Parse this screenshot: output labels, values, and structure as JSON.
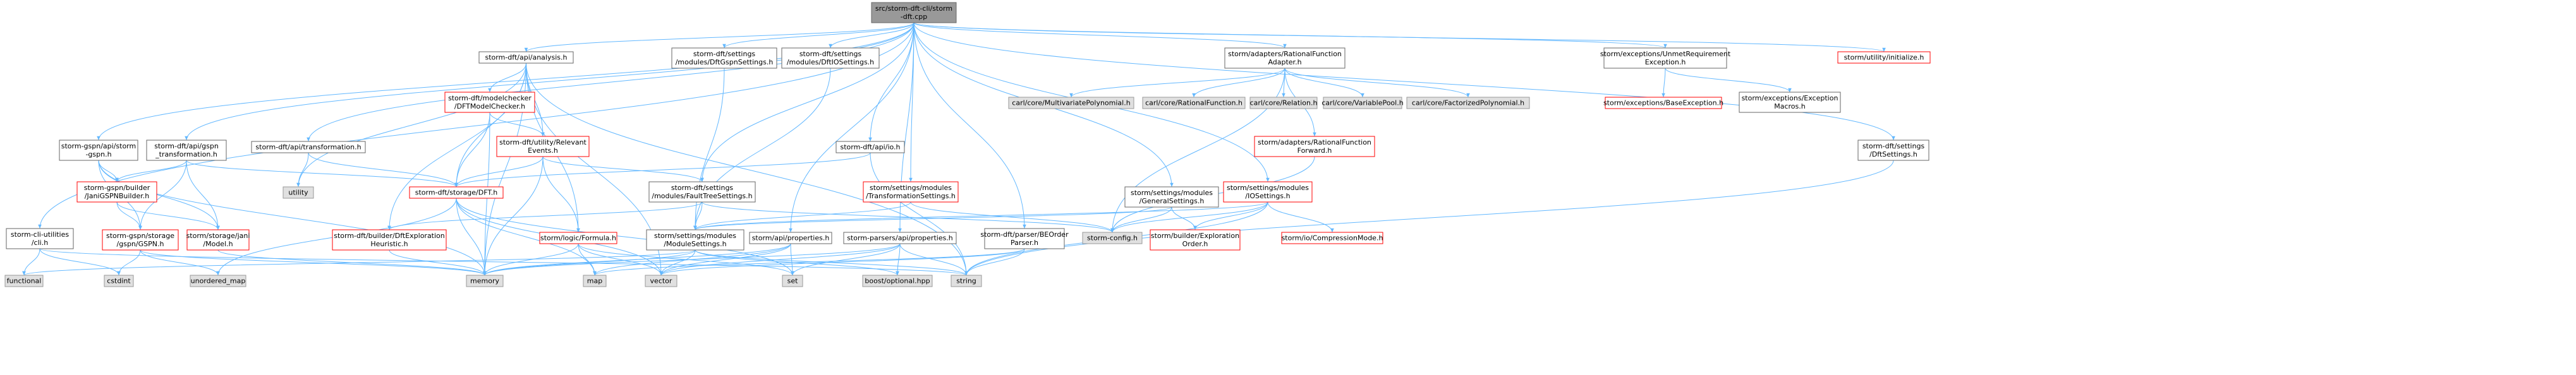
{
  "colors": {
    "root_fill": "#999999",
    "default_fill": "#ffffff",
    "default_border": "#666666",
    "red_border": "#ff0000",
    "red_text": "#ff0000",
    "system_fill": "#e0e0e0",
    "system_border": "#999999",
    "edge": "#63b8ff",
    "text": "#000000"
  },
  "nodes": [
    {
      "id": "root",
      "lines": [
        "src/storm-dft-cli/storm",
        "-dft.cpp"
      ],
      "style": "root"
    },
    {
      "id": "api_analysis",
      "lines": [
        "storm-dft/api/analysis.h"
      ],
      "style": "default"
    },
    {
      "id": "dftgspn_settings",
      "lines": [
        "storm-dft/settings",
        "/modules/DftGspnSettings.h"
      ],
      "style": "default"
    },
    {
      "id": "dftio_settings",
      "lines": [
        "storm-dft/settings",
        "/modules/DftIOSettings.h"
      ],
      "style": "default"
    },
    {
      "id": "rf_adapter",
      "lines": [
        "storm/adapters/RationalFunction",
        "Adapter.h"
      ],
      "style": "default"
    },
    {
      "id": "unmet_exc",
      "lines": [
        "storm/exceptions/UnmetRequirement",
        "Exception.h"
      ],
      "style": "default"
    },
    {
      "id": "util_init",
      "lines": [
        "storm/utility/initialize.h"
      ],
      "style": "red"
    },
    {
      "id": "model_checker",
      "lines": [
        "storm-dft/modelchecker",
        "/DFTModelChecker.h"
      ],
      "style": "red"
    },
    {
      "id": "relevant_events",
      "lines": [
        "storm-dft/utility/Relevant",
        "Events.h"
      ],
      "style": "red"
    },
    {
      "id": "c_multivar",
      "lines": [
        "carl/core/MultivariatePolynomial.h"
      ],
      "style": "system"
    },
    {
      "id": "c_ratfunc",
      "lines": [
        "carl/core/RationalFunction.h"
      ],
      "style": "system"
    },
    {
      "id": "c_relation",
      "lines": [
        "carl/core/Relation.h"
      ],
      "style": "system"
    },
    {
      "id": "c_varpool",
      "lines": [
        "carl/core/VariablePool.h"
      ],
      "style": "system"
    },
    {
      "id": "c_factpoly",
      "lines": [
        "carl/core/FactorizedPolynomial.h"
      ],
      "style": "system"
    },
    {
      "id": "base_exc",
      "lines": [
        "storm/exceptions/BaseException.h"
      ],
      "style": "red"
    },
    {
      "id": "exc_macros",
      "lines": [
        "storm/exceptions/Exception",
        "Macros.h"
      ],
      "style": "default"
    },
    {
      "id": "gspn_api",
      "lines": [
        "storm-gspn/api/storm",
        "-gspn.h"
      ],
      "style": "default"
    },
    {
      "id": "dft_gspn_trans",
      "lines": [
        "storm-dft/api/gspn",
        "_transformation.h"
      ],
      "style": "default"
    },
    {
      "id": "api_trans",
      "lines": [
        "storm-dft/api/transformation.h"
      ],
      "style": "default"
    },
    {
      "id": "api_io",
      "lines": [
        "storm-dft/api/io.h"
      ],
      "style": "default"
    },
    {
      "id": "rf_forward",
      "lines": [
        "storm/adapters/RationalFunction",
        "Forward.h"
      ],
      "style": "red"
    },
    {
      "id": "dft_settings",
      "lines": [
        "storm-dft/settings",
        "/DftSettings.h"
      ],
      "style": "default"
    },
    {
      "id": "utility",
      "lines": [
        "utility"
      ],
      "style": "system"
    },
    {
      "id": "storage_dft",
      "lines": [
        "storm-dft/storage/DFT.h"
      ],
      "style": "red"
    },
    {
      "id": "fault_tree_settings",
      "lines": [
        "storm-dft/settings",
        "/modules/FaultTreeSettings.h"
      ],
      "style": "default"
    },
    {
      "id": "transformation_settings",
      "lines": [
        "storm/settings/modules",
        "/TransformationSettings.h"
      ],
      "style": "red"
    },
    {
      "id": "general_settings",
      "lines": [
        "storm/settings/modules",
        "/GeneralSettings.h"
      ],
      "style": "default"
    },
    {
      "id": "io_settings",
      "lines": [
        "storm/settings/modules",
        "/IOSettings.h"
      ],
      "style": "red"
    },
    {
      "id": "jani_builder",
      "lines": [
        "storm-gspn/builder",
        "/JaniGSPNBuilder.h"
      ],
      "style": "red"
    },
    {
      "id": "exploration_heur",
      "lines": [
        "storm-dft/builder/DftExploration",
        "Heuristic.h"
      ],
      "style": "red"
    },
    {
      "id": "storm_config",
      "lines": [
        "storm-config.h"
      ],
      "style": "system"
    },
    {
      "id": "builder_expl_order",
      "lines": [
        "storm/builder/Exploration",
        "Order.h"
      ],
      "style": "red"
    },
    {
      "id": "compression_mode",
      "lines": [
        "storm/io/CompressionMode.h"
      ],
      "style": "red"
    },
    {
      "id": "cli_util",
      "lines": [
        "storm-cli-utilities",
        "/cli.h"
      ],
      "style": "default"
    },
    {
      "id": "gspn_storage",
      "lines": [
        "storm-gspn/storage",
        "/gspn/GSPN.h"
      ],
      "style": "red"
    },
    {
      "id": "jani_model",
      "lines": [
        "storm/storage/jani",
        "/Model.h"
      ],
      "style": "red"
    },
    {
      "id": "logic_formula",
      "lines": [
        "storm/logic/Formula.h"
      ],
      "style": "red"
    },
    {
      "id": "module_settings",
      "lines": [
        "storm/settings/modules",
        "/ModuleSettings.h"
      ],
      "style": "default"
    },
    {
      "id": "api_properties",
      "lines": [
        "storm/api/properties.h"
      ],
      "style": "default"
    },
    {
      "id": "parsers_props",
      "lines": [
        "storm-parsers/api/properties.h"
      ],
      "style": "default"
    },
    {
      "id": "bedorder_parser",
      "lines": [
        "storm-dft/parser/BEOrder",
        "Parser.h"
      ],
      "style": "default"
    },
    {
      "id": "functional",
      "lines": [
        "functional"
      ],
      "style": "system"
    },
    {
      "id": "cstdint",
      "lines": [
        "cstdint"
      ],
      "style": "system"
    },
    {
      "id": "unordered_map",
      "lines": [
        "unordered_map"
      ],
      "style": "system"
    },
    {
      "id": "memory",
      "lines": [
        "memory"
      ],
      "style": "system"
    },
    {
      "id": "map",
      "lines": [
        "map"
      ],
      "style": "system"
    },
    {
      "id": "vector",
      "lines": [
        "vector"
      ],
      "style": "system"
    },
    {
      "id": "set",
      "lines": [
        "set"
      ],
      "style": "system"
    },
    {
      "id": "boost_optional",
      "lines": [
        "boost/optional.hpp"
      ],
      "style": "system"
    },
    {
      "id": "string",
      "lines": [
        "string"
      ],
      "style": "system"
    }
  ],
  "edges": [
    [
      "root",
      "api_analysis"
    ],
    [
      "root",
      "dftgspn_settings"
    ],
    [
      "root",
      "dftio_settings"
    ],
    [
      "root",
      "rf_adapter"
    ],
    [
      "root",
      "unmet_exc"
    ],
    [
      "root",
      "util_init"
    ],
    [
      "root",
      "gspn_api"
    ],
    [
      "root",
      "dft_gspn_trans"
    ],
    [
      "root",
      "api_trans"
    ],
    [
      "root",
      "api_io"
    ],
    [
      "root",
      "dft_settings"
    ],
    [
      "root",
      "fault_tree_settings"
    ],
    [
      "root",
      "transformation_settings"
    ],
    [
      "root",
      "general_settings"
    ],
    [
      "root",
      "io_settings"
    ],
    [
      "root",
      "cli_util"
    ],
    [
      "root",
      "api_properties"
    ],
    [
      "root",
      "parsers_props"
    ],
    [
      "root",
      "bedorder_parser"
    ],
    [
      "api_analysis",
      "model_checker"
    ],
    [
      "api_analysis",
      "relevant_events"
    ],
    [
      "api_analysis",
      "storage_dft"
    ],
    [
      "api_analysis",
      "exploration_heur"
    ],
    [
      "api_analysis",
      "logic_formula"
    ],
    [
      "api_analysis",
      "utility"
    ],
    [
      "api_analysis",
      "memory"
    ],
    [
      "api_analysis",
      "vector"
    ],
    [
      "api_analysis",
      "string"
    ],
    [
      "model_checker",
      "storage_dft"
    ],
    [
      "model_checker",
      "relevant_events"
    ],
    [
      "model_checker",
      "memory"
    ],
    [
      "relevant_events",
      "storage_dft"
    ],
    [
      "relevant_events",
      "fault_tree_settings"
    ],
    [
      "relevant_events",
      "logic_formula"
    ],
    [
      "relevant_events",
      "memory"
    ],
    [
      "dftgspn_settings",
      "module_settings"
    ],
    [
      "dftio_settings",
      "module_settings"
    ],
    [
      "rf_adapter",
      "c_multivar"
    ],
    [
      "rf_adapter",
      "c_ratfunc"
    ],
    [
      "rf_adapter",
      "c_relation"
    ],
    [
      "rf_adapter",
      "c_varpool"
    ],
    [
      "rf_adapter",
      "c_factpoly"
    ],
    [
      "rf_adapter",
      "rf_forward"
    ],
    [
      "rf_adapter",
      "storm_config"
    ],
    [
      "unmet_exc",
      "base_exc"
    ],
    [
      "unmet_exc",
      "exc_macros"
    ],
    [
      "gspn_api",
      "gspn_storage"
    ],
    [
      "gspn_api",
      "jani_builder"
    ],
    [
      "gspn_api",
      "jani_model"
    ],
    [
      "gspn_api",
      "memory"
    ],
    [
      "dft_gspn_trans",
      "storage_dft"
    ],
    [
      "dft_gspn_trans",
      "gspn_storage"
    ],
    [
      "dft_gspn_trans",
      "jani_builder"
    ],
    [
      "dft_gspn_trans",
      "jani_model"
    ],
    [
      "api_trans",
      "storage_dft"
    ],
    [
      "api_trans",
      "utility"
    ],
    [
      "api_io",
      "storage_dft"
    ],
    [
      "api_io",
      "string"
    ],
    [
      "rf_forward",
      "storm_config"
    ],
    [
      "dft_settings",
      "string"
    ],
    [
      "storage_dft",
      "memory"
    ],
    [
      "storage_dft",
      "map"
    ],
    [
      "storage_dft",
      "vector"
    ],
    [
      "storage_dft",
      "set"
    ],
    [
      "storage_dft",
      "unordered_map"
    ],
    [
      "fault_tree_settings",
      "module_settings"
    ],
    [
      "fault_tree_settings",
      "exploration_heur"
    ],
    [
      "fault_tree_settings",
      "storm_config"
    ],
    [
      "transformation_settings",
      "module_settings"
    ],
    [
      "transformation_settings",
      "storm_config"
    ],
    [
      "general_settings",
      "module_settings"
    ],
    [
      "general_settings",
      "storm_config"
    ],
    [
      "general_settings",
      "builder_expl_order"
    ],
    [
      "io_settings",
      "module_settings"
    ],
    [
      "io_settings",
      "storm_config"
    ],
    [
      "io_settings",
      "builder_expl_order"
    ],
    [
      "io_settings",
      "compression_mode"
    ],
    [
      "io_settings",
      "string"
    ],
    [
      "jani_builder",
      "gspn_storage"
    ],
    [
      "jani_builder",
      "jani_model"
    ],
    [
      "exploration_heur",
      "memory"
    ],
    [
      "cli_util",
      "functional"
    ],
    [
      "cli_util",
      "cstdint"
    ],
    [
      "cli_util",
      "string"
    ],
    [
      "gspn_storage",
      "cstdint"
    ],
    [
      "gspn_storage",
      "unordered_map"
    ],
    [
      "gspn_storage",
      "memory"
    ],
    [
      "jani_model",
      "memory"
    ],
    [
      "logic_formula",
      "memory"
    ],
    [
      "logic_formula",
      "vector"
    ],
    [
      "logic_formula",
      "map"
    ],
    [
      "logic_formula",
      "set"
    ],
    [
      "module_settings",
      "memory"
    ],
    [
      "module_settings",
      "vector"
    ],
    [
      "module_settings",
      "functional"
    ],
    [
      "module_settings",
      "string"
    ],
    [
      "module_settings",
      "boost_optional"
    ],
    [
      "api_properties",
      "memory"
    ],
    [
      "api_properties",
      "map"
    ],
    [
      "api_properties",
      "vector"
    ],
    [
      "api_properties",
      "set"
    ],
    [
      "parsers_props",
      "memory"
    ],
    [
      "parsers_props",
      "vector"
    ],
    [
      "parsers_props",
      "boost_optional"
    ],
    [
      "parsers_props",
      "string"
    ],
    [
      "parsers_props",
      "set"
    ],
    [
      "bedorder_parser",
      "string"
    ],
    [
      "bedorder_parser",
      "vector"
    ],
    [
      "bedorder_parser",
      "map"
    ]
  ]
}
